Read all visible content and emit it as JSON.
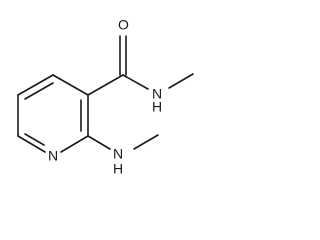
{
  "atoms": {
    "carbonyl_oxygen": "O",
    "amide_nitrogen": "N",
    "amide_hydrogen": "H",
    "ring_nitrogen": "N",
    "amine_nitrogen": "N",
    "amine_hydrogen": "H"
  }
}
